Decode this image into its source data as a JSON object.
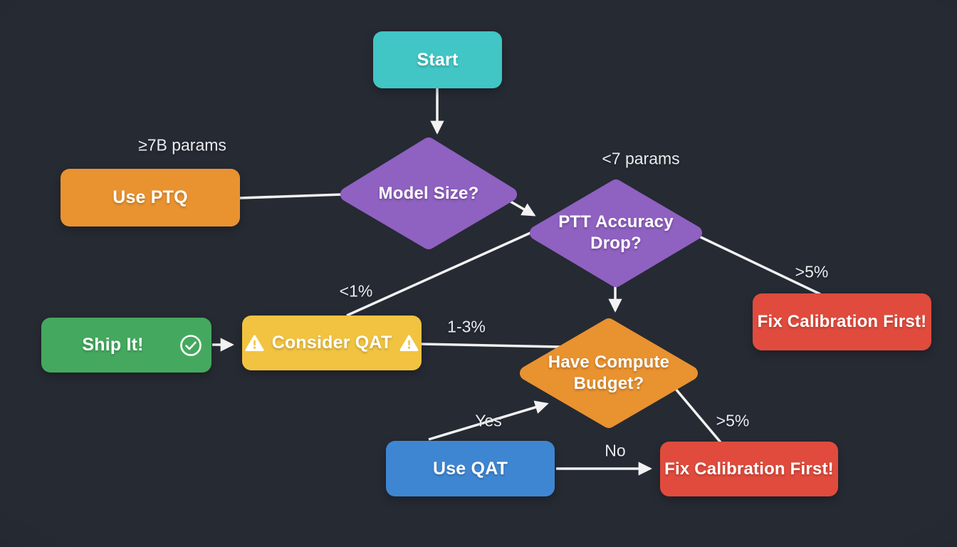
{
  "diagram": {
    "palette": {
      "background": "#262a33",
      "connector": "#f2f2f2",
      "node_text": "#ffffff",
      "edge_label_text": "#e9ebee",
      "teal": "#41c5c5",
      "purple": "#8f61c1",
      "orange": "#e99230",
      "yellow": "#f1c340",
      "green": "#44a95e",
      "blue": "#3f86d2",
      "red": "#e04b3d"
    },
    "nodes": {
      "start": {
        "label": "Start",
        "shape": "box",
        "color": "#41c5c5"
      },
      "use_ptq": {
        "label": "Use PTQ",
        "shape": "box",
        "color": "#e99230"
      },
      "model_size": {
        "label": "Model Size?",
        "shape": "diamond",
        "color": "#8f61c1"
      },
      "ptt_accuracy_drop": {
        "label": "PTT Accuracy Drop?",
        "shape": "diamond",
        "color": "#8f61c1"
      },
      "fix_calibration_top": {
        "label": "Fix Calibration First!",
        "shape": "box",
        "color": "#e04b3d"
      },
      "ship_it": {
        "label": "Ship It!",
        "shape": "box",
        "color": "#44a95e",
        "icon": "check-circle"
      },
      "consider_qat": {
        "label": "Consider QAT",
        "shape": "box",
        "color": "#f1c340",
        "icon": "warning-triangle"
      },
      "have_compute_budget": {
        "label": "Have Compute Budget?",
        "shape": "diamond",
        "color": "#e99230"
      },
      "use_qat": {
        "label": "Use QAT",
        "shape": "box",
        "color": "#3f86d2"
      },
      "fix_calibration_bottom": {
        "label": "Fix Calibration First!",
        "shape": "box",
        "color": "#e04b3d"
      }
    },
    "edge_labels": {
      "ge7b_params": "≥7B params",
      "lt7_params": "<7 params",
      "gt5_top": ">5%",
      "lt1": "<1%",
      "one_to_three": "1-3%",
      "yes": "Yes",
      "no": "No",
      "gt5_bottom": ">5%"
    },
    "edges": [
      {
        "from": "Start",
        "to": "Model Size?",
        "label": ""
      },
      {
        "from": "Use PTQ",
        "to": "Model Size?",
        "label": "≥7B params"
      },
      {
        "from": "Model Size?",
        "to": "PTT Accuracy Drop?",
        "label": "<7 params"
      },
      {
        "from": "PTT Accuracy Drop?",
        "to": "Consider QAT",
        "label": "<1%"
      },
      {
        "from": "PTT Accuracy Drop?",
        "to": "Have Compute Budget?",
        "label": ""
      },
      {
        "from": "PTT Accuracy Drop?",
        "to": "Fix Calibration First! (top)",
        "label": ">5%"
      },
      {
        "from": "Ship It!",
        "to": "Consider QAT",
        "label": ""
      },
      {
        "from": "Consider QAT",
        "to": "Have Compute Budget?",
        "label": "1-3%"
      },
      {
        "from": "Use QAT",
        "to": "Have Compute Budget?",
        "label": "Yes"
      },
      {
        "from": "Have Compute Budget?",
        "to": "Fix Calibration First! (bottom)",
        "label": ">5%"
      },
      {
        "from": "Use QAT",
        "to": "Fix Calibration First! (bottom)",
        "label": "No"
      }
    ]
  }
}
